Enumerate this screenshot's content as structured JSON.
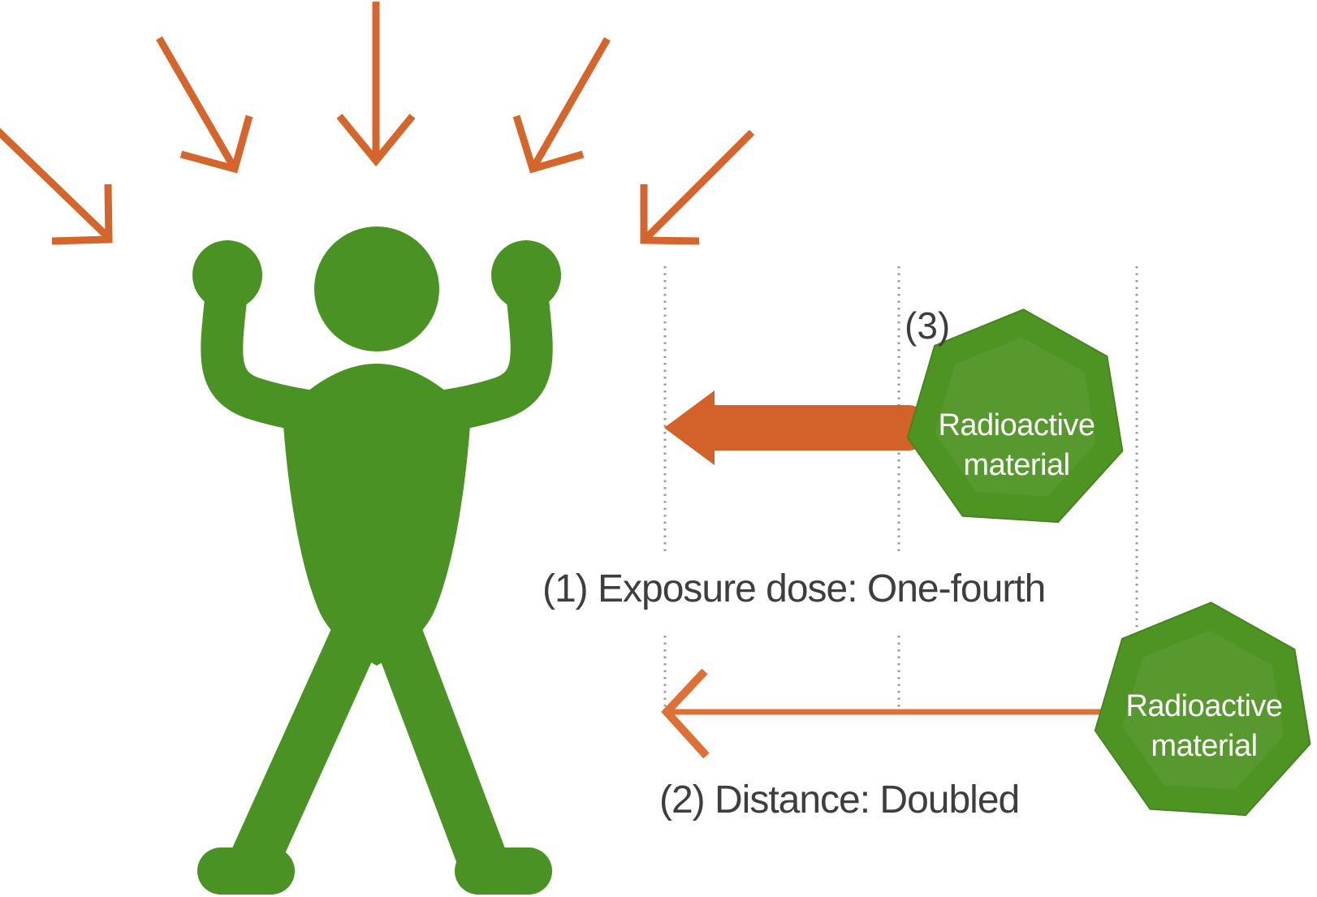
{
  "captions": {
    "exposure": "(1) Exposure dose: One-fourth",
    "distance": "(2) Distance: Doubled",
    "position_label": "(3)"
  },
  "heptagon1": {
    "label_line1": "Radioactive",
    "label_line2": "material"
  },
  "heptagon2": {
    "label_line1": "Radioactive",
    "label_line2": "material"
  },
  "colors": {
    "figure_green": "#4a9223",
    "heptagon_green": "#4e9423",
    "arrow_orange": "#d4652c",
    "thick_arrow_orange": "#d2622a",
    "thin_arrow_orange": "#dd7034",
    "text_gray": "#3e3e3e",
    "dotted_line_gray": "#9b9b9b"
  }
}
